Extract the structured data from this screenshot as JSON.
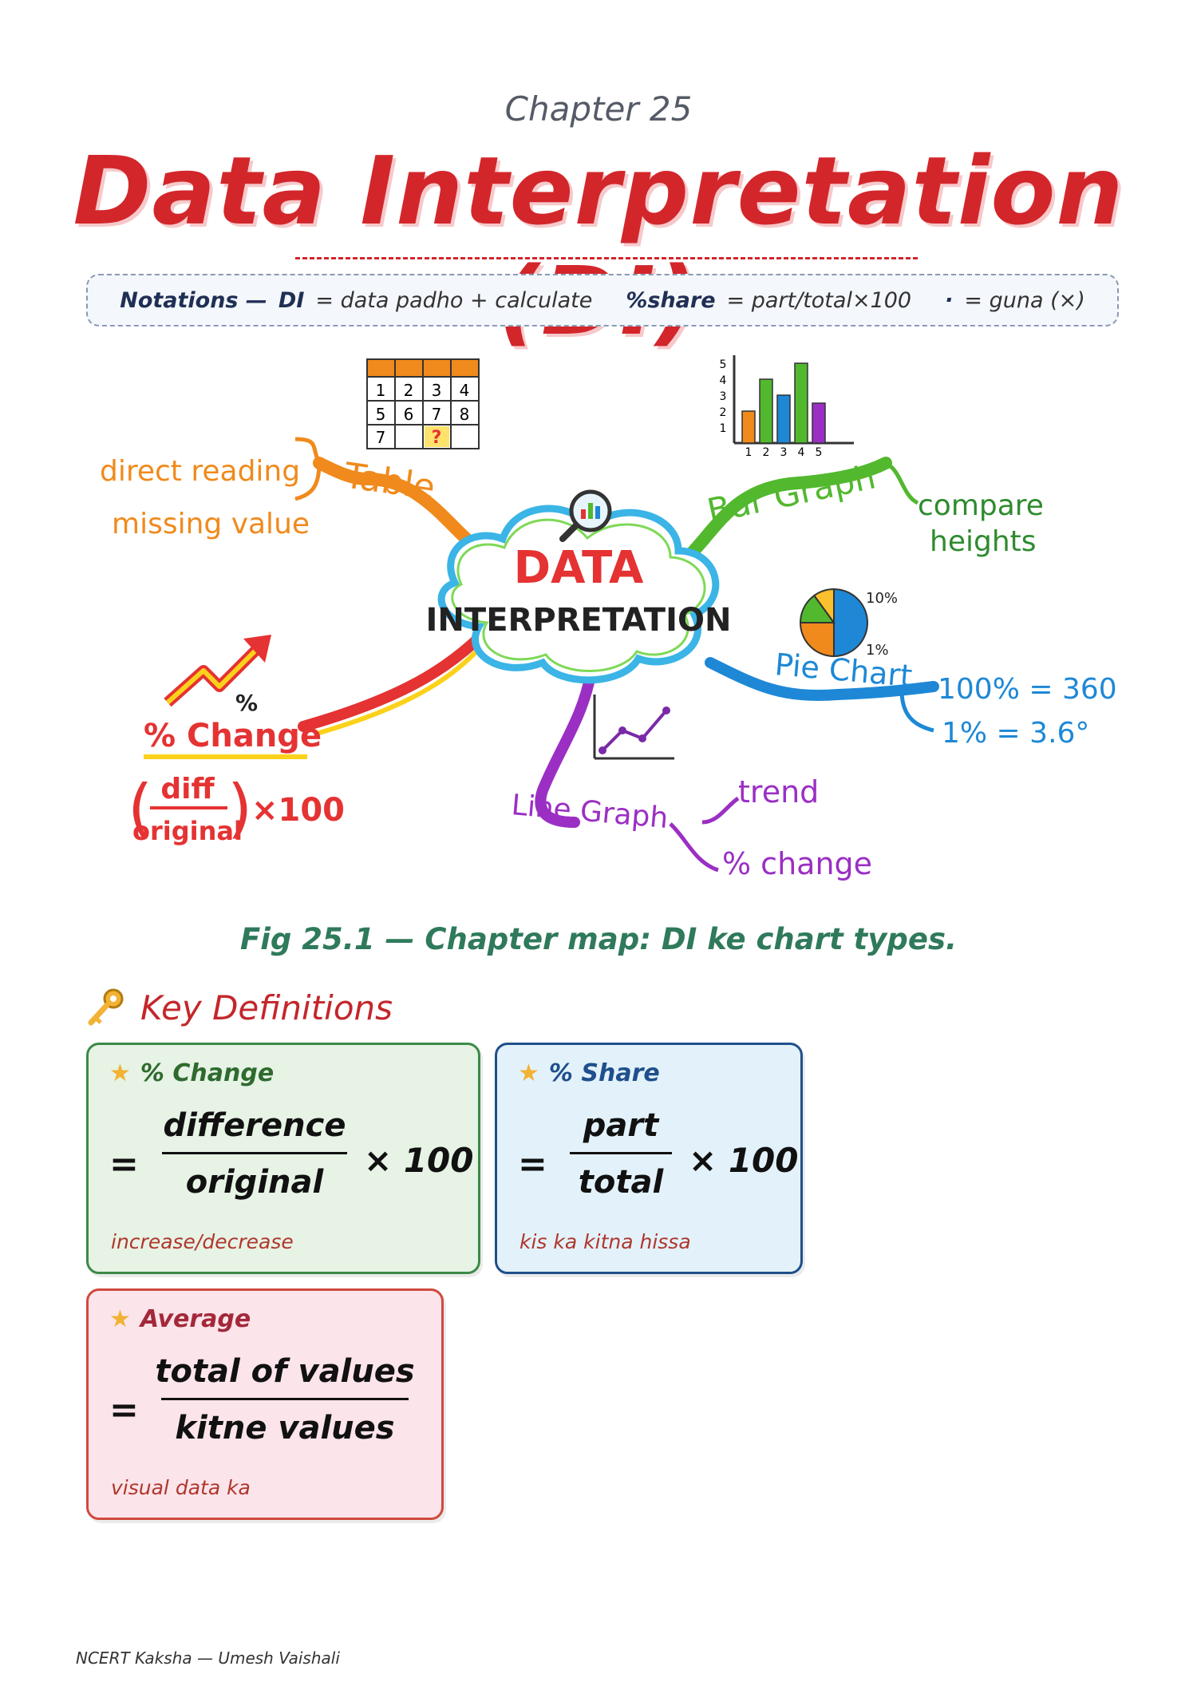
{
  "header": {
    "chapter": "Chapter 25",
    "title": "Data Interpretation (DI)"
  },
  "notations": {
    "label": "Notations —",
    "items": [
      {
        "key": "DI",
        "value": "= data padho + calculate"
      },
      {
        "key": "%share",
        "value": "= part/total×100"
      },
      {
        "key": "·",
        "value": "= guna (×)"
      }
    ]
  },
  "mindmap": {
    "center_top": "DATA",
    "center_bottom": "INTERPRETATION",
    "branches": {
      "table": {
        "label": "Table",
        "leaves": [
          "direct reading",
          "missing value"
        ],
        "color": "#f08a1c"
      },
      "bar_graph": {
        "label": "Bar Graph",
        "leaves": [
          "compare",
          "heights"
        ],
        "color": "#52b82e"
      },
      "pie_chart": {
        "label": "Pie Chart",
        "leaves": [
          "100% = 360°",
          "1% = 3.6°"
        ],
        "color": "#1e88d6"
      },
      "line_graph": {
        "label": "Line Graph",
        "leaves": [
          "trend",
          "% change"
        ],
        "color": "#9b2fc4"
      },
      "pct_change": {
        "label": "% Change",
        "formula_num": "diff",
        "formula_den": "original",
        "formula_mult": "×100",
        "color": "#e53232"
      }
    },
    "table_icon": {
      "cells": [
        "1",
        "2",
        "3",
        "4",
        "5",
        "6",
        "7",
        "8",
        "7",
        "?",
        "",
        ""
      ]
    },
    "bar_icon": {
      "y_ticks": [
        "1",
        "2",
        "3",
        "4",
        "5"
      ],
      "x_ticks": [
        "1",
        "2",
        "3",
        "4",
        "5"
      ],
      "values": [
        2,
        4,
        3,
        5,
        2.5
      ],
      "colors": [
        "#f08a1c",
        "#52b82e",
        "#1e88d6",
        "#52b82e",
        "#9b2fc4"
      ]
    },
    "pie_icon": {
      "labels": [
        "10%",
        "1%"
      ],
      "slices": [
        {
          "pct": 50,
          "color": "#1e88d6"
        },
        {
          "pct": 25,
          "color": "#f08a1c"
        },
        {
          "pct": 15,
          "color": "#52b82e"
        },
        {
          "pct": 10,
          "color": "#fbc02d"
        }
      ]
    },
    "percent_icon": "%"
  },
  "caption": "Fig 25.1 — Chapter map: DI ke chart types.",
  "key_definitions": {
    "heading": "Key Definitions",
    "cards": {
      "change": {
        "title": "% Change",
        "eq": "=",
        "num": "difference",
        "den": "original",
        "times": "× 100",
        "note": "increase/decrease"
      },
      "share": {
        "title": "% Share",
        "eq": "=",
        "num": "part",
        "den": "total",
        "times": "× 100",
        "note": "kis ka kitna hissa"
      },
      "average": {
        "title": "Average",
        "eq": "=",
        "num": "total of values",
        "den": "kitne values",
        "note": "visual data ka"
      }
    }
  },
  "footer": "NCERT Kaksha — Umesh Vaishali"
}
